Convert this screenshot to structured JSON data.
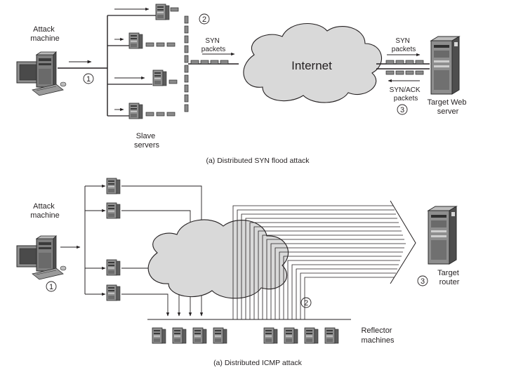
{
  "top": {
    "attack_machine": [
      "Attack",
      "machine"
    ],
    "step1": "1",
    "step2": "2",
    "step3": "3",
    "syn_left": [
      "SYN",
      "packets"
    ],
    "internet": "Internet",
    "syn_right": [
      "SYN",
      "packets"
    ],
    "synack": [
      "SYN/ACK",
      "packets"
    ],
    "target": [
      "Target Web",
      "server"
    ],
    "slaves": [
      "Slave",
      "servers"
    ],
    "caption": "(a) Distributed SYN flood attack"
  },
  "bottom": {
    "attack_machine": [
      "Attack",
      "machine"
    ],
    "step1": "1",
    "step2": "2",
    "step3": "3",
    "target": [
      "Target",
      "router"
    ],
    "reflectors": [
      "Reflector",
      "machines"
    ],
    "caption": "(a) Distributed ICMP attack"
  },
  "colors": {
    "line": "#231f20",
    "cloud": "#d9d9d9",
    "server_body": "#9e9e9e",
    "server_dark": "#5a5a5a",
    "packet": "#8a8a8a"
  }
}
